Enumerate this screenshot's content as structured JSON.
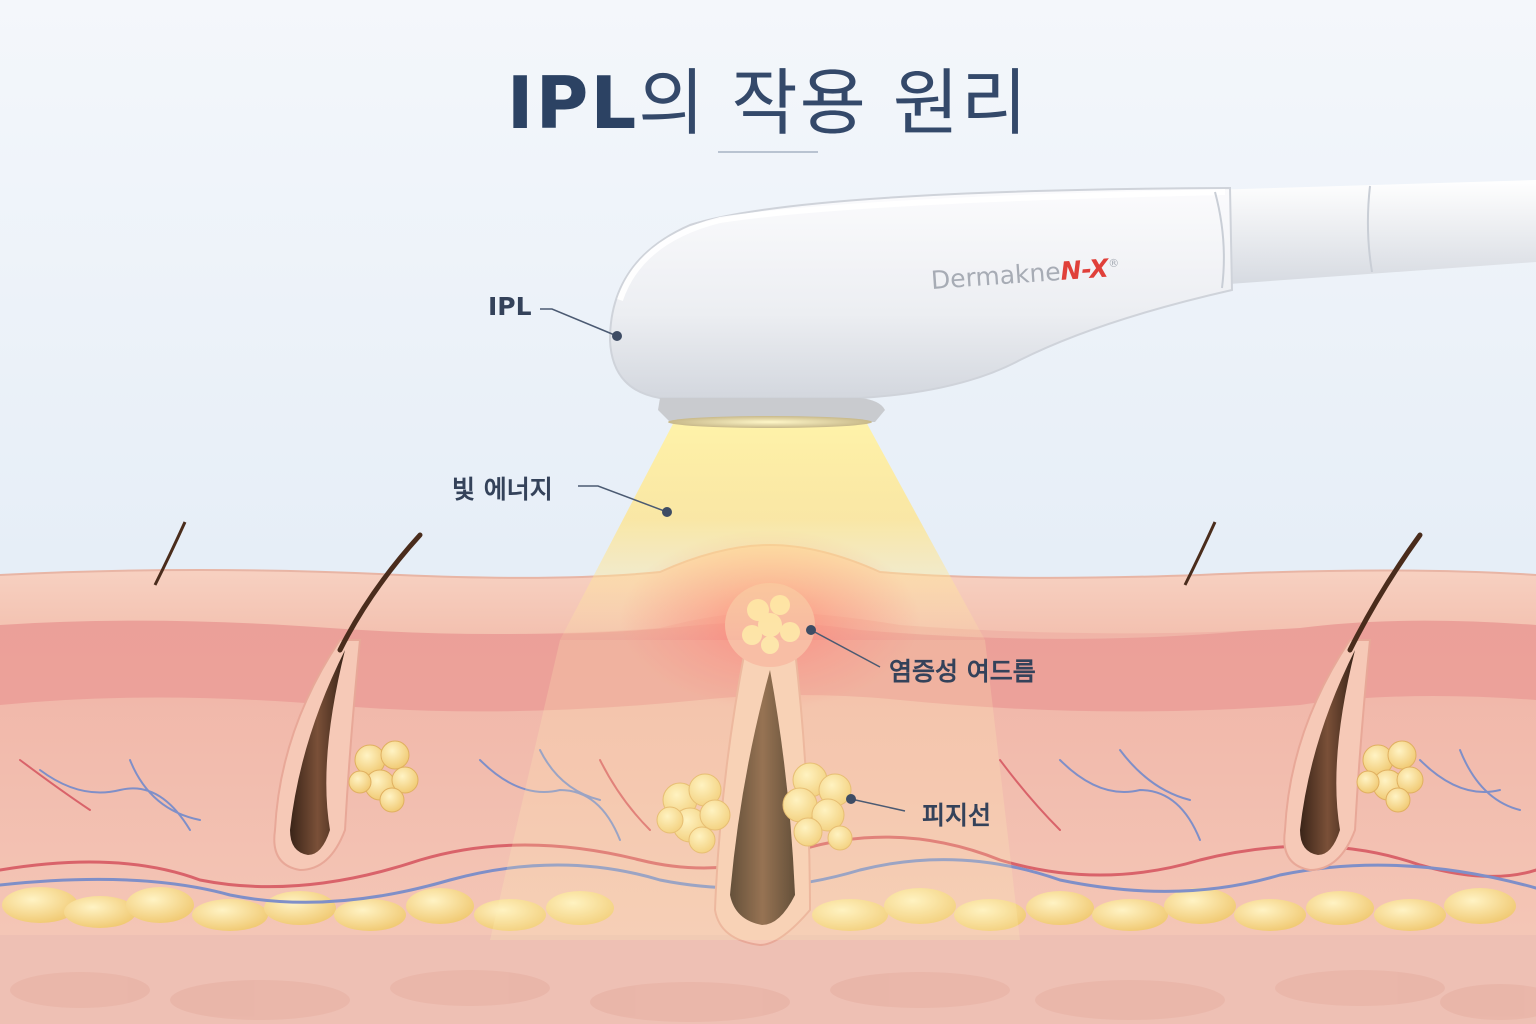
{
  "title": {
    "bold": "IPL",
    "rest": "의 작용 원리"
  },
  "device": {
    "brand": "Dermakne",
    "brand_mark": "N-X",
    "registered": "®"
  },
  "labels": {
    "ipl": "IPL",
    "light_energy": "빛 에너지",
    "inflammatory_acne": "염증성 여드름",
    "sebaceous_gland": "피지선"
  },
  "colors": {
    "title": "#2f4566",
    "label": "#34425a",
    "brand_accent": "#e0403a",
    "light_beam": "#fde58a",
    "skin": "#f2b8a8"
  },
  "icons": [
    "leader-line-dot"
  ]
}
